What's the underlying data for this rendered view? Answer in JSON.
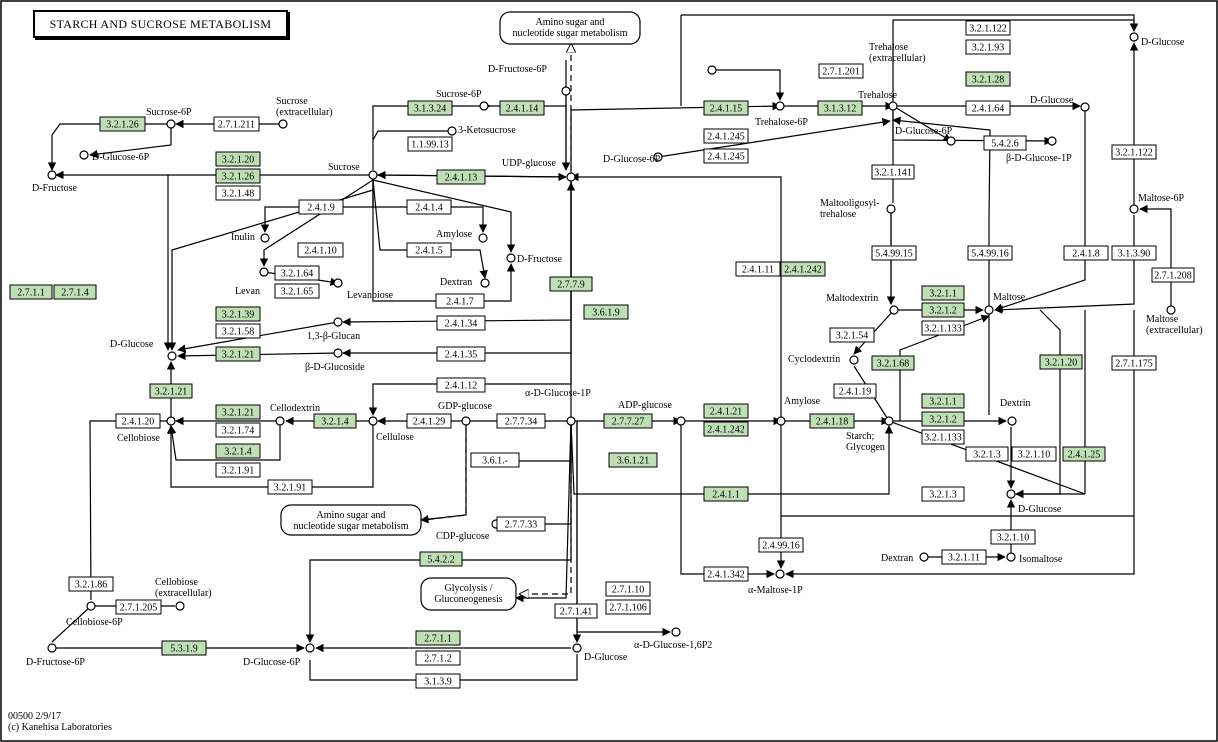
{
  "title": "STARCH AND SUCROSE METABOLISM",
  "footer": [
    "00500 2/9/17",
    "(c) Kanehisa Laboratories"
  ],
  "colors": {
    "highlight": "#bfe0b4",
    "plain": "#ffffff",
    "line": "#000000"
  },
  "maps": [
    {
      "id": "m_amino_top",
      "lines": [
        "Amino sugar and",
        "nucleotide sugar metabolism"
      ]
    },
    {
      "id": "m_amino_bottom",
      "lines": [
        "Amino sugar and",
        "nucleotide sugar metabolism"
      ]
    },
    {
      "id": "m_glyco",
      "lines": [
        "Glycolysis /",
        "Gluconeogenesis"
      ]
    }
  ],
  "compounds": [
    {
      "id": "sucrose6p_l",
      "label": "Sucrose-6P"
    },
    {
      "id": "sucrose_ext",
      "label": "Sucrose|(extracellular)"
    },
    {
      "id": "dglc6p_l",
      "label": "D-Glucose-6P"
    },
    {
      "id": "dfructose_l",
      "label": "D-Fructose"
    },
    {
      "id": "sucrose6p_t",
      "label": "Sucrose-6P"
    },
    {
      "id": "dfructose6p_t",
      "label": "D-Fructose-6P"
    },
    {
      "id": "ketosucrose",
      "label": "3-Ketosucrose"
    },
    {
      "id": "sucrose",
      "label": "Sucrose"
    },
    {
      "id": "udpglc",
      "label": "UDP-glucose"
    },
    {
      "id": "inulin",
      "label": "Inulin"
    },
    {
      "id": "amylose_s",
      "label": "Amylose"
    },
    {
      "id": "dfructose",
      "label": "D-Fructose"
    },
    {
      "id": "levan",
      "label": "Levan"
    },
    {
      "id": "levanbiose",
      "label": "Levanbiose"
    },
    {
      "id": "dextran_s",
      "label": "Dextran"
    },
    {
      "id": "b13glucan",
      "label": "1,3-β-Glucan"
    },
    {
      "id": "dglucose",
      "label": "D-Glucose"
    },
    {
      "id": "bdglucoside",
      "label": "β-D-Glucoside"
    },
    {
      "id": "cellodextrin",
      "label": "Cellodextrin"
    },
    {
      "id": "cellobiose",
      "label": "Cellobiose"
    },
    {
      "id": "cellulose",
      "label": "Cellulose"
    },
    {
      "id": "gdpglc",
      "label": "GDP-glucose"
    },
    {
      "id": "adglc1p",
      "label": "α-D-Glucose-1P"
    },
    {
      "id": "adpglc",
      "label": "ADP-glucose"
    },
    {
      "id": "cdpglc",
      "label": "CDP-glucose"
    },
    {
      "id": "cellobiose6p",
      "label": "Cellobiose-6P"
    },
    {
      "id": "cellobiose_ext",
      "label": "Cellobiose|(extracellular)"
    },
    {
      "id": "dfructose6p_b",
      "label": "D-Fructose-6P"
    },
    {
      "id": "dglc6p_b",
      "label": "D-Glucose-6P"
    },
    {
      "id": "dglucose_b",
      "label": "D-Glucose"
    },
    {
      "id": "adglc16p2",
      "label": "α-D-Glucose-1,6P2"
    },
    {
      "id": "trehalose_ext",
      "label": "Trehalose|(extracellular)"
    },
    {
      "id": "trehalose6p",
      "label": "Trehalose-6P"
    },
    {
      "id": "trehalose",
      "label": "Trehalose"
    },
    {
      "id": "dglucose_tr",
      "label": "D-Glucose"
    },
    {
      "id": "dglc6p_r",
      "label": "D-Glucose-6P"
    },
    {
      "id": "bdglc1p",
      "label": "β-D-Glucose-1P"
    },
    {
      "id": "dglucose_mid",
      "label": "D-Glucose"
    },
    {
      "id": "dglc6p_tr",
      "label": "D-Glucose-6P"
    },
    {
      "id": "maltooligo",
      "label": "Maltooligosyl-|trehalose"
    },
    {
      "id": "maltodextrin",
      "label": "Maltodextrin"
    },
    {
      "id": "maltose",
      "label": "Maltose"
    },
    {
      "id": "maltose6p",
      "label": "Maltose-6P"
    },
    {
      "id": "maltose_ext",
      "label": "Maltose|(extracellular)"
    },
    {
      "id": "cyclodextrin",
      "label": "Cyclodextrin"
    },
    {
      "id": "amylose",
      "label": "Amylose"
    },
    {
      "id": "starch",
      "label": "Starch;|Glycogen"
    },
    {
      "id": "dextrin",
      "label": "Dextrin"
    },
    {
      "id": "dglucose_br",
      "label": "D-Glucose"
    },
    {
      "id": "dextran_r",
      "label": "Dextran"
    },
    {
      "id": "isomaltose",
      "label": "Isomaltose"
    },
    {
      "id": "amaltose1p",
      "label": "α-Maltose-1P"
    }
  ],
  "enzymes": [
    {
      "id": "e1",
      "label": "3.2.1.26",
      "hl": true
    },
    {
      "id": "e2",
      "label": "2.7.1.211",
      "hl": false
    },
    {
      "id": "e3",
      "label": "3.1.3.24",
      "hl": true
    },
    {
      "id": "e4",
      "label": "2.4.1.14",
      "hl": true
    },
    {
      "id": "e5",
      "label": "1.1.99.13",
      "hl": false
    },
    {
      "id": "e6",
      "label": "3.2.1.20",
      "hl": true
    },
    {
      "id": "e7",
      "label": "3.2.1.26",
      "hl": true
    },
    {
      "id": "e8",
      "label": "3.2.1.48",
      "hl": false
    },
    {
      "id": "e9",
      "label": "2.4.1.13",
      "hl": true
    },
    {
      "id": "e10",
      "label": "2.4.1.9",
      "hl": false
    },
    {
      "id": "e11",
      "label": "2.4.1.4",
      "hl": false
    },
    {
      "id": "e12",
      "label": "2.4.1.5",
      "hl": false
    },
    {
      "id": "e13",
      "label": "2.4.1.10",
      "hl": false
    },
    {
      "id": "e14",
      "label": "3.2.1.64",
      "hl": false
    },
    {
      "id": "e15",
      "label": "3.2.1.65",
      "hl": false
    },
    {
      "id": "e16",
      "label": "2.4.1.7",
      "hl": false
    },
    {
      "id": "e17",
      "label": "2.7.1.1",
      "hl": true
    },
    {
      "id": "e18",
      "label": "2.7.1.4",
      "hl": true
    },
    {
      "id": "e19",
      "label": "3.2.1.39",
      "hl": true
    },
    {
      "id": "e20",
      "label": "3.2.1.58",
      "hl": false
    },
    {
      "id": "e21",
      "label": "2.4.1.34",
      "hl": false
    },
    {
      "id": "e22",
      "label": "3.2.1.21",
      "hl": true
    },
    {
      "id": "e23",
      "label": "2.4.1.35",
      "hl": false
    },
    {
      "id": "e24",
      "label": "2.7.7.9",
      "hl": true
    },
    {
      "id": "e25",
      "label": "3.6.1.9",
      "hl": true
    },
    {
      "id": "e26",
      "label": "3.2.1.21",
      "hl": true
    },
    {
      "id": "e27",
      "label": "2.4.1.12",
      "hl": false
    },
    {
      "id": "e28",
      "label": "2.4.1.20",
      "hl": false
    },
    {
      "id": "e29",
      "label": "3.2.1.21",
      "hl": true
    },
    {
      "id": "e30",
      "label": "3.2.1.74",
      "hl": false
    },
    {
      "id": "e31",
      "label": "3.2.1.4",
      "hl": true
    },
    {
      "id": "e32",
      "label": "3.2.1.4",
      "hl": true
    },
    {
      "id": "e33",
      "label": "3.2.1.91",
      "hl": false
    },
    {
      "id": "e34",
      "label": "2.4.1.29",
      "hl": false
    },
    {
      "id": "e35",
      "label": "2.7.7.34",
      "hl": false
    },
    {
      "id": "e36",
      "label": "2.7.7.27",
      "hl": true
    },
    {
      "id": "e37",
      "label": "3.6.1.-",
      "hl": false
    },
    {
      "id": "e38",
      "label": "3.6.1.21",
      "hl": true
    },
    {
      "id": "e39",
      "label": "3.2.1.91",
      "hl": false
    },
    {
      "id": "e40",
      "label": "2.7.7.33",
      "hl": false
    },
    {
      "id": "e41",
      "label": "5.4.2.2",
      "hl": true
    },
    {
      "id": "e42",
      "label": "3.2.1.86",
      "hl": false
    },
    {
      "id": "e43",
      "label": "2.7.1.205",
      "hl": false
    },
    {
      "id": "e44",
      "label": "5.3.1.9",
      "hl": true
    },
    {
      "id": "e45",
      "label": "2.7.1.1",
      "hl": true
    },
    {
      "id": "e46",
      "label": "2.7.1.2",
      "hl": false
    },
    {
      "id": "e47",
      "label": "3.1.3.9",
      "hl": false
    },
    {
      "id": "e48",
      "label": "2.7.1.41",
      "hl": false
    },
    {
      "id": "e49",
      "label": "2.7.1.10",
      "hl": false
    },
    {
      "id": "e50",
      "label": "2.7.1.106",
      "hl": false
    },
    {
      "id": "e51",
      "label": "2.4.1.15",
      "hl": true
    },
    {
      "id": "e52",
      "label": "2.4.1.245",
      "hl": false
    },
    {
      "id": "e53",
      "label": "2.4.1.245",
      "hl": false
    },
    {
      "id": "e54",
      "label": "2.7.1.201",
      "hl": false
    },
    {
      "id": "e55",
      "label": "3.1.3.12",
      "hl": true
    },
    {
      "id": "e56",
      "label": "3.2.1.122",
      "hl": false
    },
    {
      "id": "e57",
      "label": "3.2.1.93",
      "hl": false
    },
    {
      "id": "e58",
      "label": "3.2.1.28",
      "hl": true
    },
    {
      "id": "e59",
      "label": "2.4.1.64",
      "hl": false
    },
    {
      "id": "e60",
      "label": "5.4.2.6",
      "hl": false
    },
    {
      "id": "e61",
      "label": "3.2.1.122",
      "hl": false
    },
    {
      "id": "e62",
      "label": "3.2.1.141",
      "hl": false
    },
    {
      "id": "e63",
      "label": "5.4.99.15",
      "hl": false
    },
    {
      "id": "e64",
      "label": "5.4.99.16",
      "hl": false
    },
    {
      "id": "e65",
      "label": "2.4.1.8",
      "hl": false
    },
    {
      "id": "e66",
      "label": "3.1.3.90",
      "hl": false
    },
    {
      "id": "e67",
      "label": "2.7.1.208",
      "hl": false
    },
    {
      "id": "e68",
      "label": "2.4.1.11",
      "hl": false
    },
    {
      "id": "e69",
      "label": "2.4.1.242",
      "hl": true
    },
    {
      "id": "e70",
      "label": "3.2.1.1",
      "hl": true
    },
    {
      "id": "e71",
      "label": "3.2.1.2",
      "hl": true
    },
    {
      "id": "e72",
      "label": "3.2.1.133",
      "hl": false
    },
    {
      "id": "e73",
      "label": "3.2.1.54",
      "hl": false
    },
    {
      "id": "e74",
      "label": "3.2.1.68",
      "hl": true
    },
    {
      "id": "e75",
      "label": "3.2.1.20",
      "hl": true
    },
    {
      "id": "e76",
      "label": "2.7.1.175",
      "hl": false
    },
    {
      "id": "e77",
      "label": "2.4.1.19",
      "hl": false
    },
    {
      "id": "e78",
      "label": "2.4.1.21",
      "hl": true
    },
    {
      "id": "e79",
      "label": "2.4.1.242",
      "hl": true
    },
    {
      "id": "e80",
      "label": "2.4.1.18",
      "hl": true
    },
    {
      "id": "e81",
      "label": "3.2.1.1",
      "hl": true
    },
    {
      "id": "e82",
      "label": "3.2.1.2",
      "hl": true
    },
    {
      "id": "e83",
      "label": "3.2.1.133",
      "hl": false
    },
    {
      "id": "e84",
      "label": "3.2.1.3",
      "hl": false
    },
    {
      "id": "e85",
      "label": "3.2.1.10",
      "hl": false
    },
    {
      "id": "e86",
      "label": "2.4.1.25",
      "hl": true
    },
    {
      "id": "e87",
      "label": "2.4.1.1",
      "hl": true
    },
    {
      "id": "e88",
      "label": "3.2.1.3",
      "hl": false
    },
    {
      "id": "e89",
      "label": "3.2.1.10",
      "hl": false
    },
    {
      "id": "e90",
      "label": "3.2.1.11",
      "hl": false
    },
    {
      "id": "e91",
      "label": "2.4.99.16",
      "hl": false
    },
    {
      "id": "e92",
      "label": "2.4.1.342",
      "hl": false
    }
  ]
}
